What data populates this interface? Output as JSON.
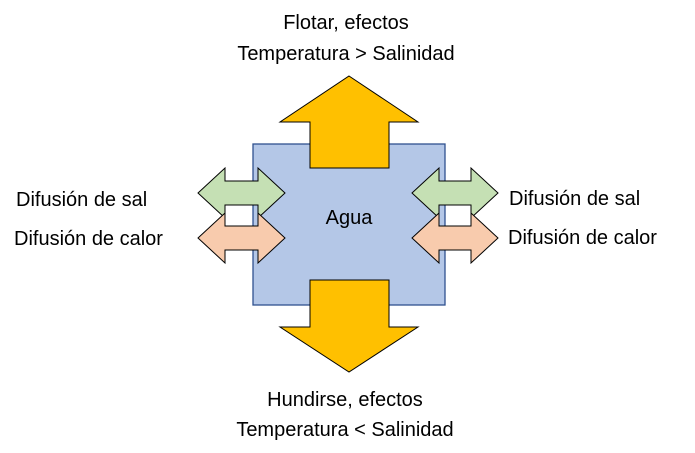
{
  "diagram": {
    "center": {
      "label": "Agua"
    },
    "top": {
      "line1": "Flotar, efectos",
      "line2": "Temperatura > Salinidad"
    },
    "bottom": {
      "line1": "Hundirse, efectos",
      "line2": "Temperatura < Salinidad"
    },
    "left": {
      "salt_label": "Difusión de sal",
      "heat_label": "Difusión de calor"
    },
    "right": {
      "salt_label": "Difusión de sal",
      "heat_label": "Difusión de calor"
    }
  },
  "colors": {
    "water_fill": "#b4c7e7",
    "water_stroke": "#2f528f",
    "buoyancy_arrow": "#ffc000",
    "salt_arrow": "#c5e0b4",
    "heat_arrow": "#f8cbad",
    "outline": "#000000"
  }
}
